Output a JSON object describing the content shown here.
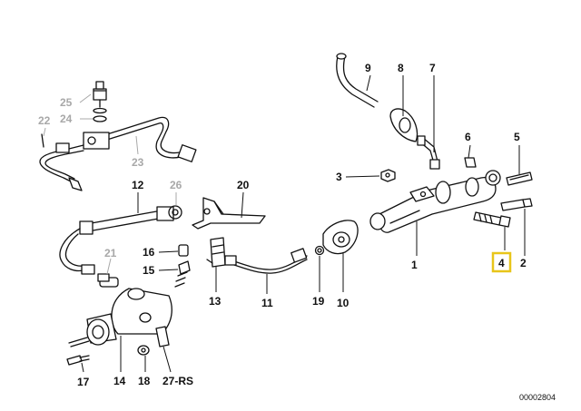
{
  "diagram": {
    "labels": {
      "p1": "1",
      "p2": "2",
      "p3": "3",
      "p4": "4",
      "p5": "5",
      "p6": "6",
      "p7": "7",
      "p8": "8",
      "p9": "9",
      "p10": "10",
      "p11": "11",
      "p12": "12",
      "p13": "13",
      "p14": "14",
      "p15": "15",
      "p16": "16",
      "p17": "17",
      "p18": "18",
      "p19": "19",
      "p20": "20",
      "p21": "21",
      "p22": "22",
      "p23": "23",
      "p24": "24",
      "p25": "25",
      "p26": "26",
      "p27": "27-RS"
    },
    "drawing_number": "00002804",
    "highlighted_part": "4",
    "colors": {
      "highlight": "#e8c51a",
      "inactive_label": "#a8a8a8",
      "line": "#111111"
    }
  }
}
